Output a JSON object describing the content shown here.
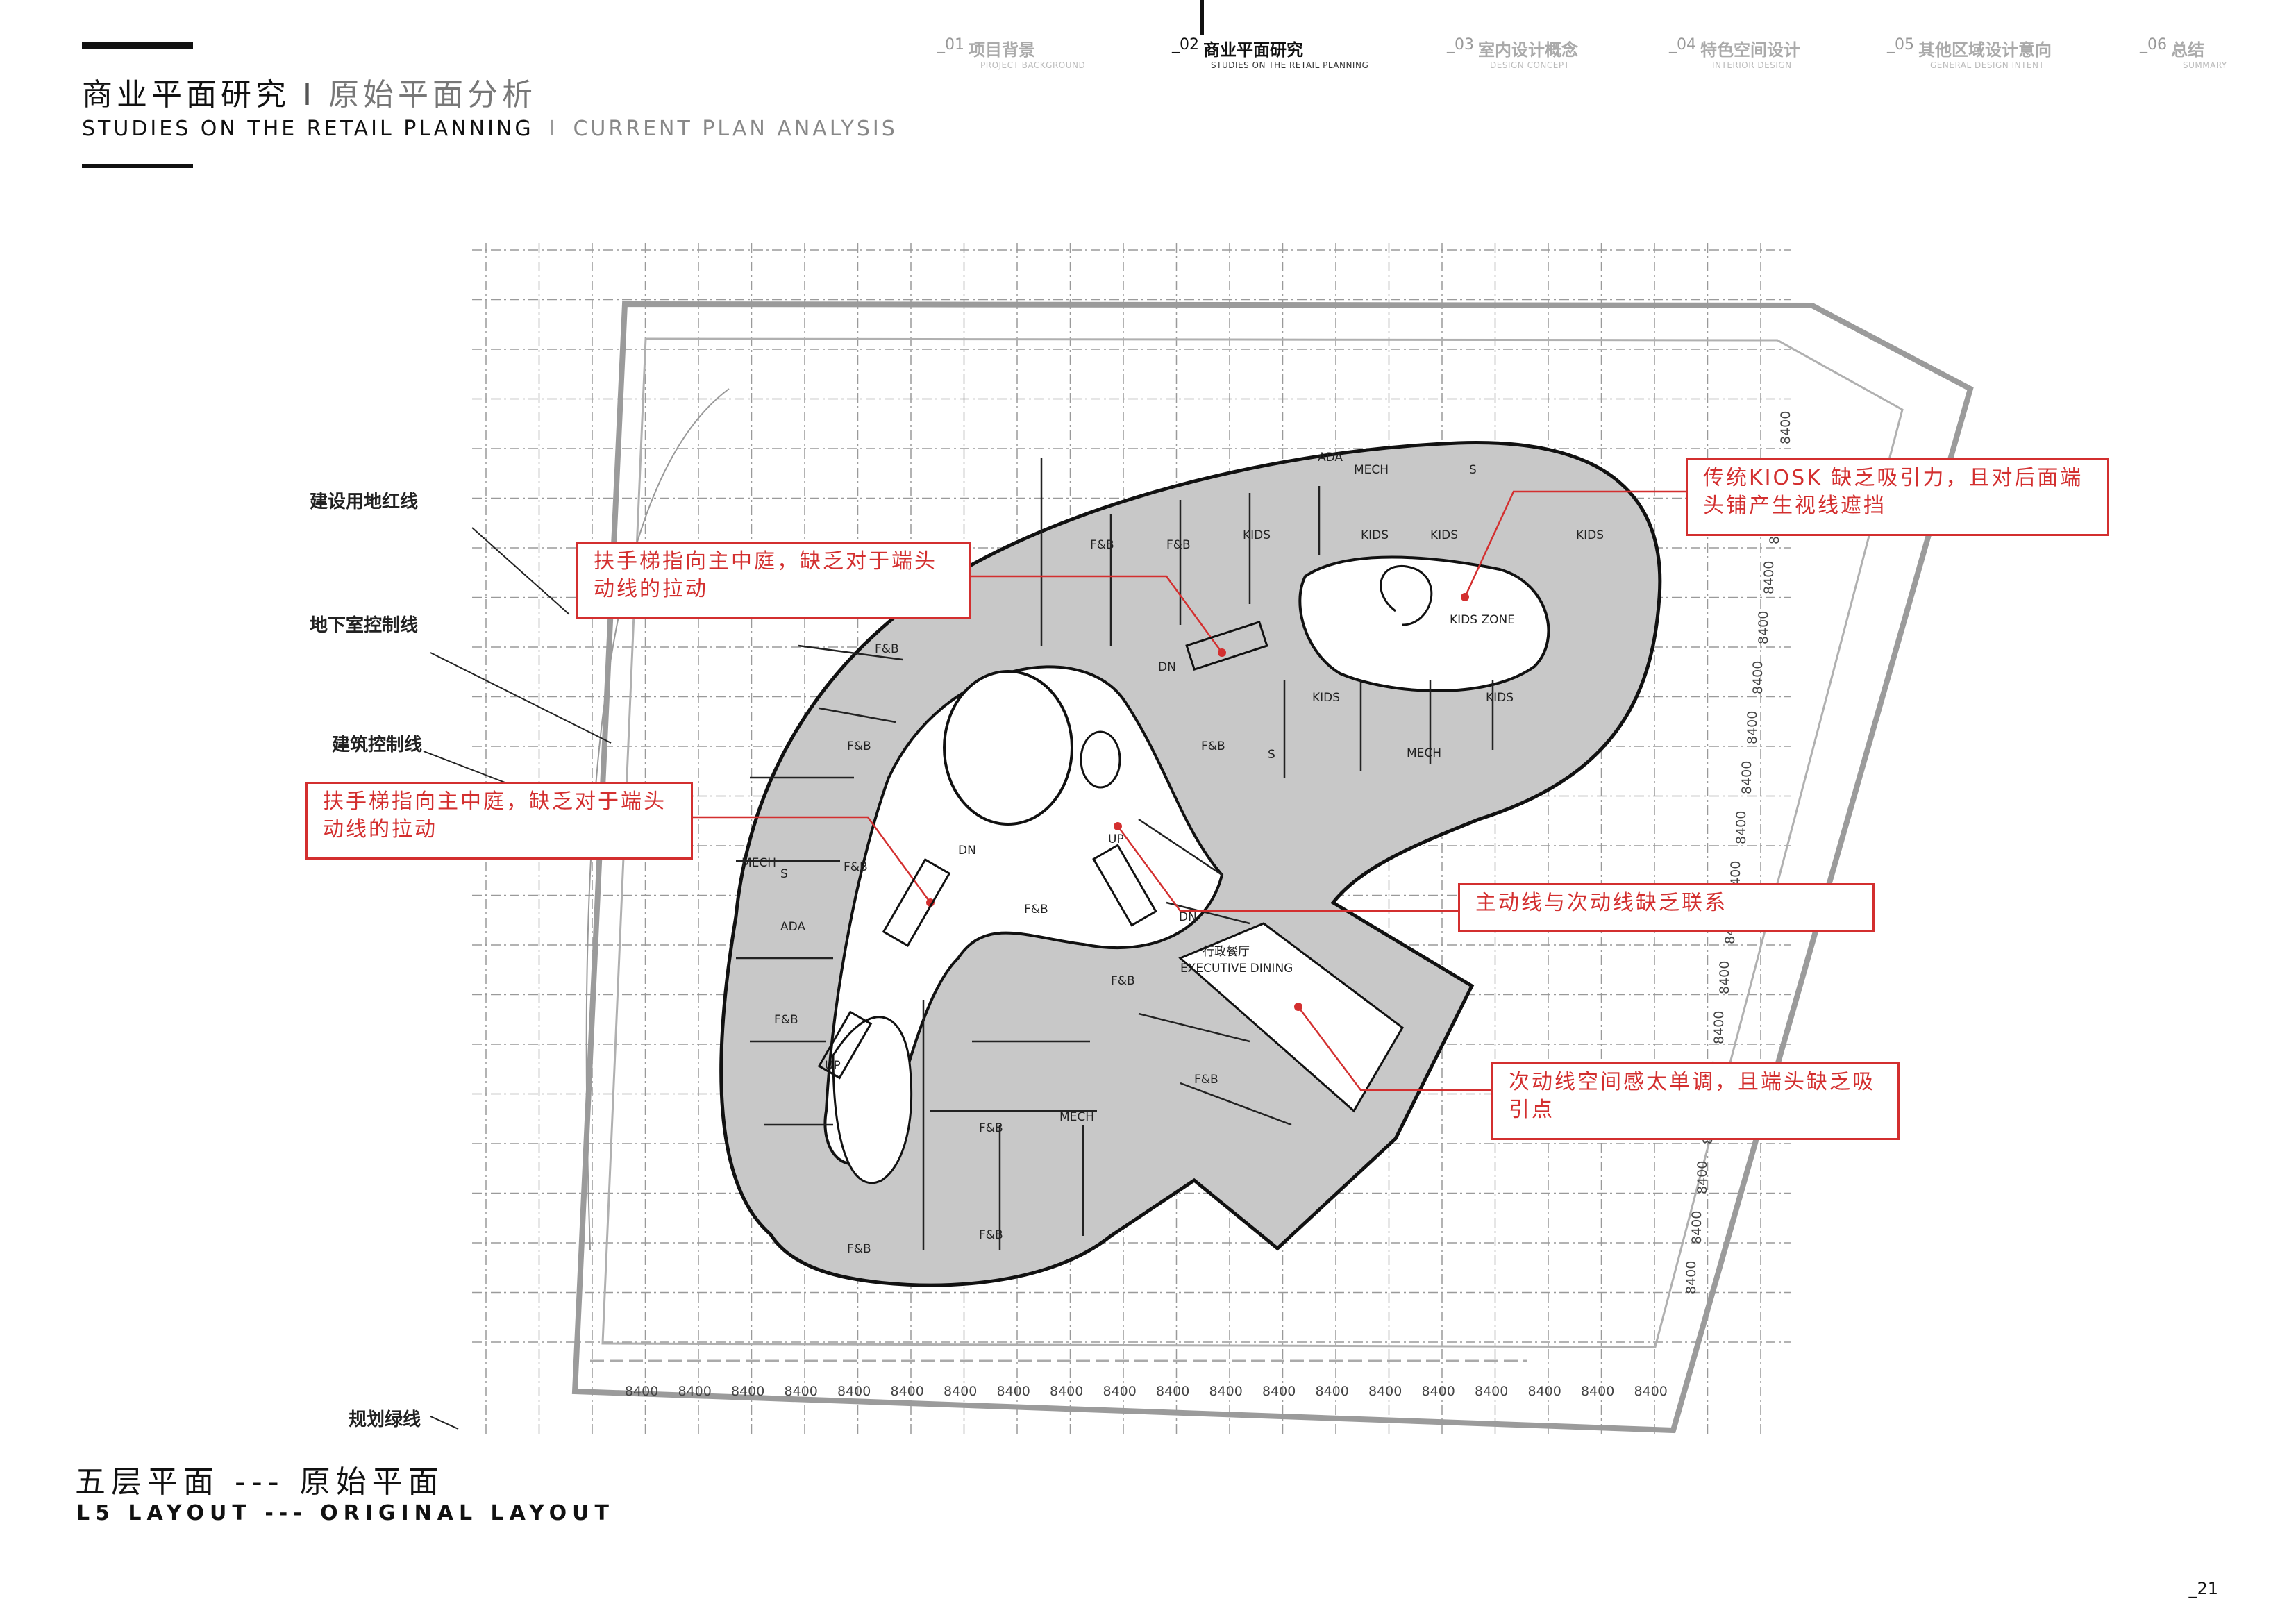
{
  "header": {
    "title_cn": "商业平面研究",
    "title_sep": "I",
    "title_cn_sub": "原始平面分析",
    "title_en": "STUDIES ON THE RETAIL PLANNING",
    "title_en_sep": "I",
    "title_en_sub": "CURRENT PLAN ANALYSIS"
  },
  "nav": [
    {
      "num": "_01",
      "cn": "项目背景",
      "en": "PROJECT BACKGROUND",
      "active": false
    },
    {
      "num": "_02",
      "cn": "商业平面研究",
      "en": "STUDIES ON THE RETAIL PLANNING",
      "active": true
    },
    {
      "num": "_03",
      "cn": "室内设计概念",
      "en": "DESIGN CONCEPT",
      "active": false
    },
    {
      "num": "_04",
      "cn": "特色空间设计",
      "en": "INTERIOR DESIGN",
      "active": false
    },
    {
      "num": "_05",
      "cn": "其他区域设计意向",
      "en": "GENERAL DESIGN INTENT",
      "active": false
    },
    {
      "num": "_06",
      "cn": "总结",
      "en": "SUMMARY",
      "active": false
    }
  ],
  "plan_labels": {
    "red_line": "建设用地红线",
    "basement_line": "地下室控制线",
    "building_line": "建筑控制线",
    "green_line": "规划绿线"
  },
  "callouts": {
    "kiosk": "传统KIOSK 缺乏吸引力，且对后面端头铺产生视线遮挡",
    "escalator_top": "扶手梯指向主中庭，缺乏对于端头动线的拉动",
    "escalator_left": "扶手梯指向主中庭，缺乏对于端头动线的拉动",
    "main_secondary": "主动线与次动线缺乏联系",
    "secondary_space": "次动线空间感太单调，且端头缺乏吸引点"
  },
  "grid_dimension": "8400",
  "unit_labels": {
    "fb": "F&B",
    "kids": "KIDS",
    "mech": "MECH",
    "ada": "ADA",
    "s": "S",
    "up": "UP",
    "dn": "DN",
    "kids_zone": "KIDS ZONE",
    "exec_dining_cn": "行政餐厅",
    "exec_dining_en": "EXECUTIVE DINING"
  },
  "caption": {
    "cn": "五层平面 --- 原始平面",
    "en": "L5 LAYOUT --- ORIGINAL LAYOUT"
  },
  "page_number": "_21",
  "colors": {
    "accent": "#d32f2f",
    "unit_fill": "#c8c8c8"
  }
}
